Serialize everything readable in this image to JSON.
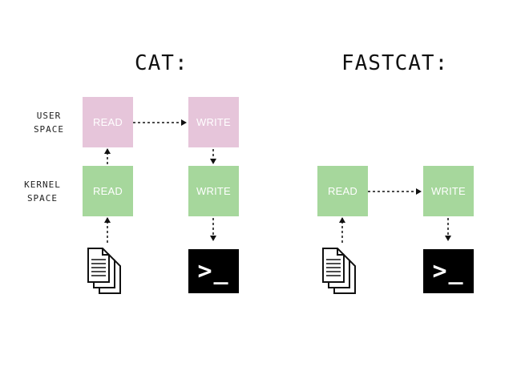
{
  "headings": {
    "cat": "CAT:",
    "fastcat": "FASTCAT:"
  },
  "side_labels": {
    "user_space": [
      "USER",
      "SPACE"
    ],
    "kernel_space": [
      "KERNEL",
      "SPACE"
    ]
  },
  "cat": {
    "user_read": "READ",
    "user_write": "WRITE",
    "kernel_read": "READ",
    "kernel_write": "WRITE",
    "terminal_prompt": ">_"
  },
  "fastcat": {
    "kernel_read": "READ",
    "kernel_write": "WRITE",
    "terminal_prompt": ">_"
  },
  "colors": {
    "user_space_box": "#e6c5da",
    "kernel_space_box": "#a6d79c",
    "terminal": "#000000",
    "box_text": "#ffffff",
    "arrow": "#111111"
  },
  "icons": {
    "files": "document-stack-icon",
    "terminal": "terminal-icon"
  }
}
